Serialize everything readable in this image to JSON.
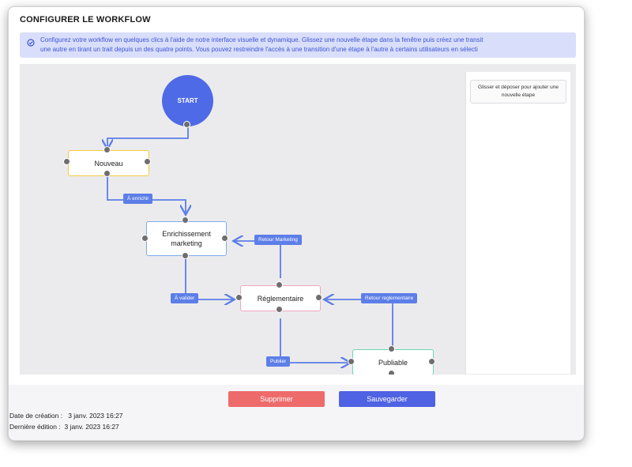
{
  "window": {
    "title": "CONFIGURER LE WORKFLOW"
  },
  "info": {
    "line1": "Configurez votre workflow en quelques clics à l'aide de notre interface visuelle et dynamique. Glissez une nouvelle étape dans la fenêtre puis créez une transit",
    "line2": "une autre en tirant un trait depuis un des quatre points. Vous pouvez restreindre l'accès à une transition d'une étape à l'autre à certains utilisateurs en sélecti",
    "icon": "check-badge-icon",
    "color": "#3d55d6"
  },
  "workflow": {
    "start_label": "START",
    "nodes": {
      "nouveau": "Nouveau",
      "enrichissement_1": "Enrichissement",
      "enrichissement_2": "marketing",
      "reglementaire": "Réglementaire",
      "publiable": "Publiable"
    },
    "transitions": {
      "a_enrichir": "À enrichir",
      "retour_marketing": "Retour Marketing",
      "a_valider": "À valider",
      "retour_reglementaire": "Retour reglementaire",
      "publier": "Publier"
    },
    "colors": {
      "start": "#4f6ae6",
      "nouveau_border": "#f5c842",
      "enrichissement_border": "#7aaeea",
      "reglementaire_border": "#f2a7bf",
      "publiable_border": "#6cd6ad",
      "edge": "#5d7ee8"
    }
  },
  "panel": {
    "card_line1": "Glisser et déposer pour ajouter une",
    "card_line2": "nouvelle étape"
  },
  "actions": {
    "delete_label": "Supprimer",
    "save_label": "Sauvegarder"
  },
  "meta": {
    "created_label": "Date de création :",
    "created_value": "3 janv. 2023 16:27",
    "edited_label": "Dernière édition :",
    "edited_value": "3 janv. 2023 16:27"
  }
}
